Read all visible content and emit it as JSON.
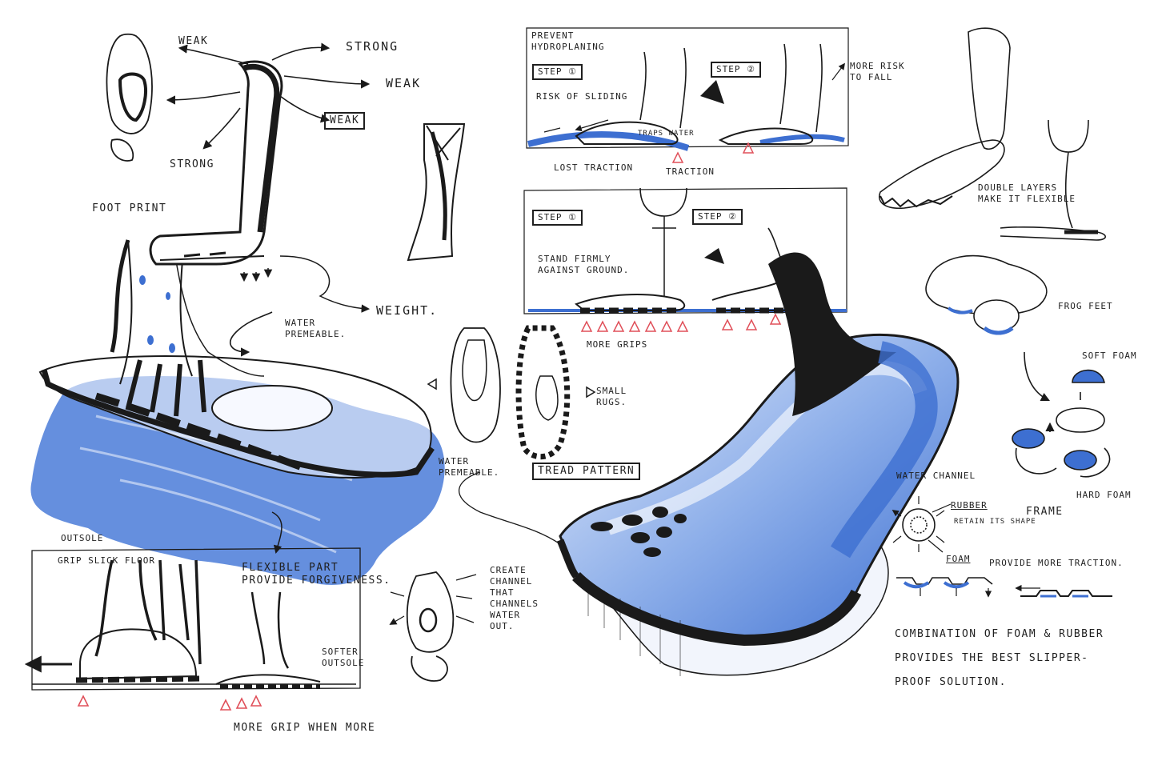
{
  "colors": {
    "ink": "#1a1a1a",
    "marker_blue": "#3d6fd1",
    "light_blue": "#a9c3ee",
    "warning_red": "#e0505a",
    "paper": "#ffffff"
  },
  "labels": {
    "weak_top": "WEAK",
    "strong_top": "STRONG",
    "weak_right": "WEAK",
    "weak_boxed": "WEAK",
    "strong_left": "STRONG",
    "foot_print": "FOOT PRINT",
    "weight": "WEIGHT.",
    "water_permeable_1": "WATER\nPREMEABLE.",
    "water_permeable_2": "WATER\nPREMEABLE.",
    "outsole": "OUTSOLE",
    "grip_slick_floor": "GRIP SLICK FLOOR",
    "flexible_part": "FLEXIBLE PART\nPROVIDE FORGIVENESS.",
    "softer_outsole": "SOFTER\nOUTSOLE",
    "more_grip_when_more": "MORE GRIP WHEN MORE",
    "create_channel": "CREATE\nCHANNEL\nTHAT\nCHANNELS\nWATER\nOUT.",
    "small_rugs": "SMALL\nRUGS.",
    "tread_pattern": "TREAD PATTERN",
    "prevent_hydroplaning": "PREVENT\nHYDROPLANING",
    "step1_top": "STEP ①",
    "step2_top": "STEP ②",
    "risk_of_sliding": "RISK OF SLIDING",
    "traps_water": "TRAPS WATER",
    "lost_traction": "LOST TRACTION",
    "traction": "TRACTION",
    "more_risk_to_fall": "MORE RISK\nTO FALL",
    "step1_bottom": "STEP ①",
    "step2_bottom": "STEP ②",
    "stand_firmly": "STAND FIRMLY\nAGAINST GROUND.",
    "more_grips": "MORE GRIPS",
    "double_layers": "DOUBLE LAYERS\nMAKE IT FLEXIBLE",
    "frog_feet": "FROG FEET",
    "soft_foam": "SOFT FOAM",
    "hard_foam": "HARD FOAM",
    "water_channel": "WATER CHANNEL",
    "rubber": "RUBBER",
    "retain_shape": "RETAIN ITS SHAPE",
    "frame": "FRAME",
    "foam": "FOAM",
    "provide_more_traction": "PROVIDE MORE TRACTION.",
    "combination": "COMBINATION OF FOAM & RUBBER\nPROVIDES THE BEST SLIPPER-\nPROOF SOLUTION."
  }
}
